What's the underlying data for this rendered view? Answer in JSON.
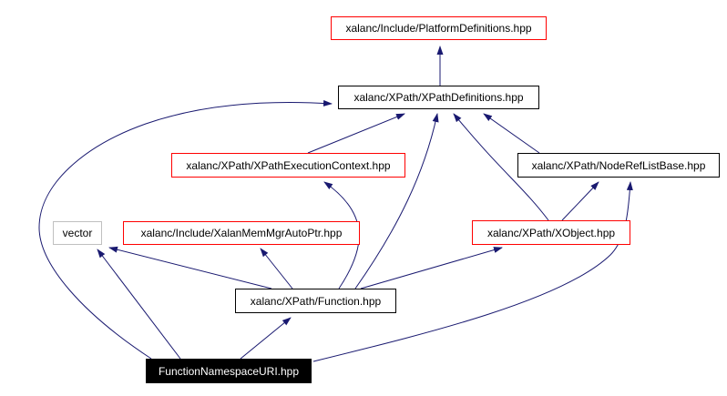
{
  "diagram": {
    "type": "include-dependency-graph",
    "root_file": "FunctionNamespaceURI.hpp",
    "colors": {
      "edge": "#191970",
      "border_red": "#ff0000",
      "border_black": "#000000",
      "border_gray": "#c0c0c0",
      "root_fill": "#000000",
      "root_text": "#ffffff",
      "background": "#ffffff"
    },
    "nodes": [
      {
        "id": "platform",
        "label": "xalanc/Include/PlatformDefinitions.hpp",
        "style": "red-border"
      },
      {
        "id": "xpathdef",
        "label": "xalanc/XPath/XPathDefinitions.hpp",
        "style": "black-border"
      },
      {
        "id": "execctx",
        "label": "xalanc/XPath/XPathExecutionContext.hpp",
        "style": "red-border"
      },
      {
        "id": "noderef",
        "label": "xalanc/XPath/NodeRefListBase.hpp",
        "style": "black-border"
      },
      {
        "id": "vector",
        "label": "vector",
        "style": "gray-border"
      },
      {
        "id": "memmgr",
        "label": "xalanc/Include/XalanMemMgrAutoPtr.hpp",
        "style": "red-border"
      },
      {
        "id": "xobject",
        "label": "xalanc/XPath/XObject.hpp",
        "style": "red-border"
      },
      {
        "id": "function",
        "label": "xalanc/XPath/Function.hpp",
        "style": "black-border"
      },
      {
        "id": "fnsuri",
        "label": "FunctionNamespaceURI.hpp",
        "style": "filled-black"
      }
    ],
    "edges": [
      {
        "from": "xalanc/XPath/XPathDefinitions.hpp",
        "to": "xalanc/Include/PlatformDefinitions.hpp"
      },
      {
        "from": "xalanc/XPath/XPathExecutionContext.hpp",
        "to": "xalanc/XPath/XPathDefinitions.hpp"
      },
      {
        "from": "xalanc/XPath/Function.hpp",
        "to": "xalanc/XPath/XPathDefinitions.hpp"
      },
      {
        "from": "xalanc/XPath/XObject.hpp",
        "to": "xalanc/XPath/XPathDefinitions.hpp"
      },
      {
        "from": "xalanc/XPath/NodeRefListBase.hpp",
        "to": "xalanc/XPath/XPathDefinitions.hpp"
      },
      {
        "from": "FunctionNamespaceURI.hpp",
        "to": "xalanc/XPath/XPathDefinitions.hpp"
      },
      {
        "from": "xalanc/XPath/Function.hpp",
        "to": "xalanc/XPath/XPathExecutionContext.hpp"
      },
      {
        "from": "xalanc/XPath/Function.hpp",
        "to": "vector"
      },
      {
        "from": "xalanc/XPath/Function.hpp",
        "to": "xalanc/Include/XalanMemMgrAutoPtr.hpp"
      },
      {
        "from": "xalanc/XPath/Function.hpp",
        "to": "xalanc/XPath/XObject.hpp"
      },
      {
        "from": "xalanc/XPath/XObject.hpp",
        "to": "xalanc/XPath/NodeRefListBase.hpp"
      },
      {
        "from": "FunctionNamespaceURI.hpp",
        "to": "xalanc/XPath/NodeRefListBase.hpp"
      },
      {
        "from": "FunctionNamespaceURI.hpp",
        "to": "vector"
      },
      {
        "from": "FunctionNamespaceURI.hpp",
        "to": "xalanc/XPath/Function.hpp"
      }
    ]
  }
}
